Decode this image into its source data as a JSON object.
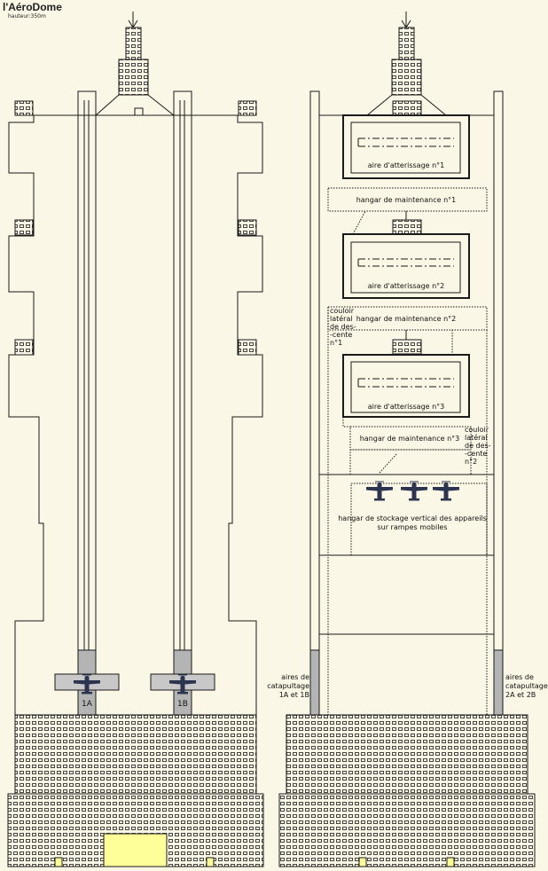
{
  "title": "l'AéroDome",
  "subtitle": "hauteur:350m",
  "labels": {
    "runway_1": "aire d'atterissage n°1",
    "runway_2": "aire d'atterissage n°2",
    "runway_3": "aire d'atterissage n°3",
    "hangar_1": "hangar de maintenance n°1",
    "hangar_2": "hangar de maintenance n°2",
    "hangar_3": "hangar de maintenance n°3",
    "corridor_1": [
      "couloir",
      "latéral",
      "de des-",
      "-cente",
      "n°1"
    ],
    "corridor_2": [
      "couloir",
      "latéral",
      "de des-",
      "-cente",
      "n°2"
    ],
    "storage": [
      "hangar de stockage vertical des appareils",
      "sur rampes mobiles"
    ],
    "catapult_left": [
      "aires de",
      "catapultage",
      "1A et 1B"
    ],
    "catapult_right": [
      "aires de",
      "catapultage",
      "2A et 2B"
    ],
    "catapult_1A": "1A",
    "catapult_1B": "1B"
  },
  "colors": {
    "background": "#fbf7e6",
    "line": "#1a1a1a",
    "shaft_fill": "#b4b4b4",
    "deck_fill": "#c8c8c8",
    "plane": "#2c3450",
    "entrance": "#ffff99"
  },
  "icons": {
    "plane": "airplane-icon",
    "arrow": "down-arrow-icon"
  }
}
